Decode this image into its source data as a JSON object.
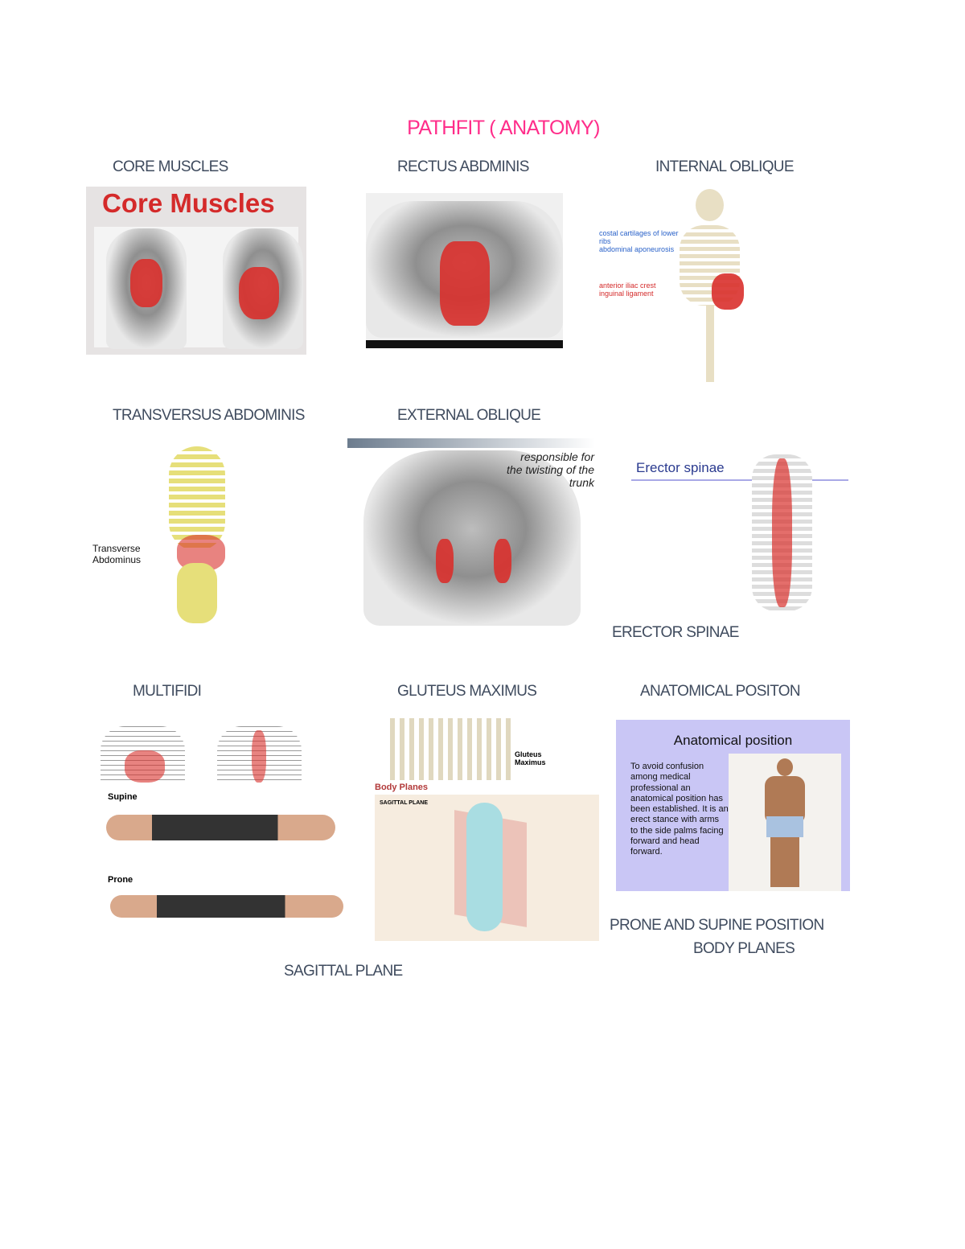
{
  "document": {
    "title": "PATHFIT ( ANATOMY)",
    "colors": {
      "title": "#ff2d8a",
      "labels": "#3f4b5e"
    },
    "sections": [
      {
        "label": "CORE MUSCLES",
        "image_text": "Core Muscles"
      },
      {
        "label": "RECTUS ABDMINIS"
      },
      {
        "label": "INTERNAL OBLIQUE"
      },
      {
        "label": "TRANSVERSUS ABDOMINIS",
        "image_text": "Transverse Abdominus"
      },
      {
        "label": "EXTERNAL OBLIQUE",
        "image_text": "responsible for the twisting of the trunk"
      },
      {
        "label": "ERECTOR SPINAE",
        "image_text": "Erector spinae"
      },
      {
        "label": "MULTIFIDI"
      },
      {
        "label": "GLUTEUS MAXIMUS",
        "image_text": "Gluteus Maximus"
      },
      {
        "label": "ANATOMICAL POSITON",
        "image_title": "Anatomical position",
        "image_text": "To avoid confusion among medical professional an anatomical position has been established. It is an erect stance with arms to the side palms facing forward and head forward."
      },
      {
        "label": "PRONE AND SUPINE POSITION",
        "image_text_supine": "Supine",
        "image_text_prone": "Prone"
      },
      {
        "label": "BODY PLANES",
        "image_text": "Body Planes"
      },
      {
        "label": "SAGITTAL PLANE",
        "image_text": "SAGITTAL PLANE"
      }
    ]
  }
}
